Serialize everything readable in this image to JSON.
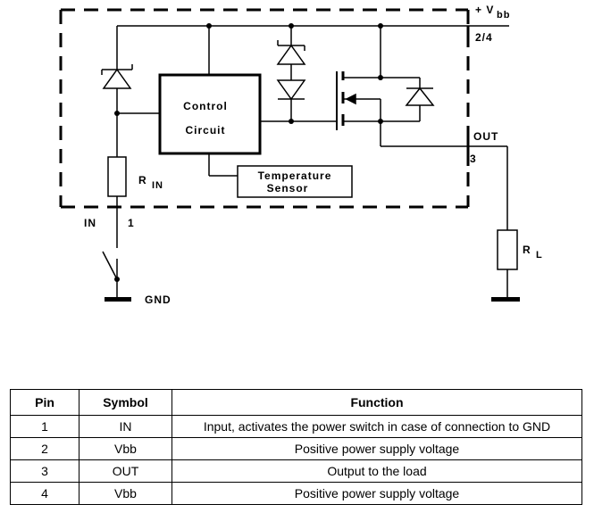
{
  "schematic": {
    "control_label_1": "Control",
    "control_label_2": "Circuit",
    "temp_label_1": "Temperature",
    "temp_label_2": "Sensor",
    "vbb_plus_v": "+ V",
    "vbb_sub": "bb",
    "pin_vbb": "2/4",
    "out_label": "OUT",
    "pin_out": "3",
    "rin_r": "R",
    "rin_sub": "IN",
    "in_label": "IN",
    "pin_in": "1",
    "gnd_label": "GND",
    "rl_r": "R",
    "rl_sub": "L"
  },
  "table": {
    "headers": [
      "Pin",
      "Symbol",
      "Function"
    ],
    "rows": [
      [
        "1",
        "IN",
        "Input, activates the power switch in case of connection to GND"
      ],
      [
        "2",
        "Vbb",
        "Positive power supply voltage"
      ],
      [
        "3",
        "OUT",
        "Output to the load"
      ],
      [
        "4",
        "Vbb",
        "Positive power supply voltage"
      ]
    ]
  }
}
